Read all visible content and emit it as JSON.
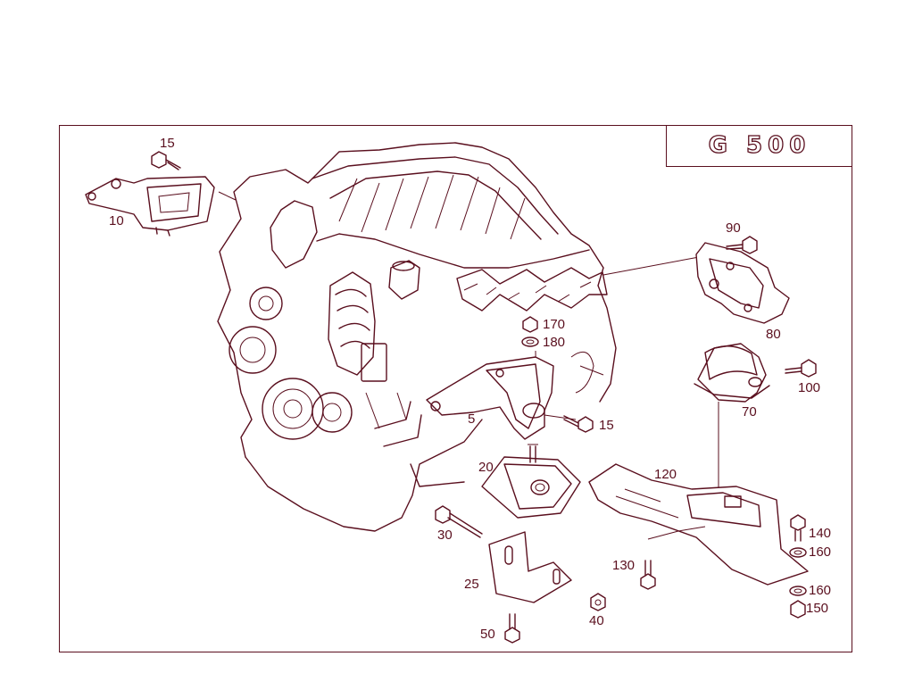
{
  "model": "G 500",
  "callouts": {
    "c15a": "15",
    "c10": "10",
    "c90": "90",
    "c80": "80",
    "c170": "170",
    "c180": "180",
    "c5": "5",
    "c15b": "15",
    "c100": "100",
    "c70": "70",
    "c20": "20",
    "c120": "120",
    "c30": "30",
    "c25": "25",
    "c130": "130",
    "c140": "140",
    "c160a": "160",
    "c160b": "160",
    "c150": "150",
    "c40": "40",
    "c50": "50"
  },
  "colors": {
    "line": "#5a0f1e",
    "background": "#ffffff"
  }
}
